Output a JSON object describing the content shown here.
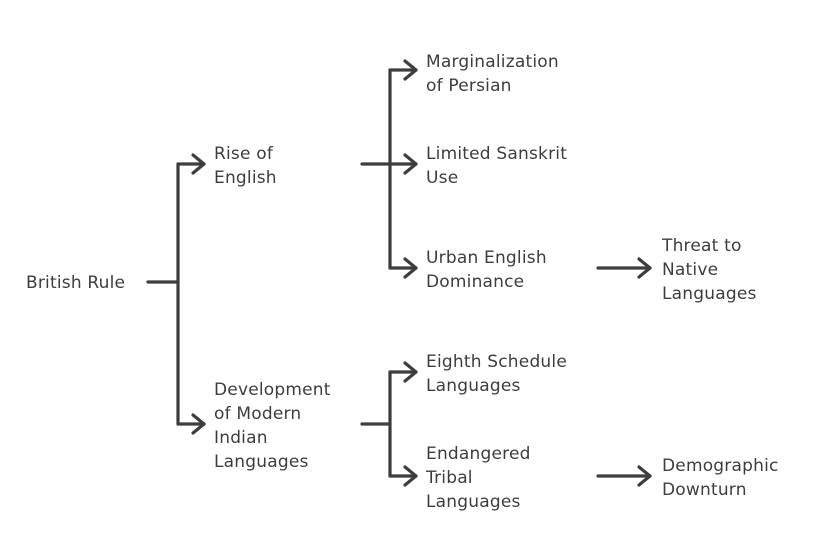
{
  "diagram": {
    "colors": {
      "ink": "#3d3d3d",
      "background": "#ffffff"
    },
    "root": {
      "id": "root",
      "label": "British Rule"
    },
    "nodes": [
      {
        "id": "rise",
        "label": "Rise of\nEnglish"
      },
      {
        "id": "persian",
        "label": "Marginalization\nof Persian"
      },
      {
        "id": "sanskrit",
        "label": "Limited Sanskrit\nUse"
      },
      {
        "id": "urban",
        "label": "Urban English\nDominance"
      },
      {
        "id": "threat",
        "label": "Threat to\nNative\nLanguages"
      },
      {
        "id": "modern",
        "label": "Development\nof Modern\nIndian\nLanguages"
      },
      {
        "id": "eighth",
        "label": "Eighth Schedule\nLanguages"
      },
      {
        "id": "tribal",
        "label": "Endangered\nTribal\nLanguages"
      },
      {
        "id": "demographic",
        "label": "Demographic\nDownturn"
      }
    ],
    "edges": [
      {
        "from": "root",
        "to": "rise"
      },
      {
        "from": "root",
        "to": "modern"
      },
      {
        "from": "rise",
        "to": "persian"
      },
      {
        "from": "rise",
        "to": "sanskrit"
      },
      {
        "from": "rise",
        "to": "urban"
      },
      {
        "from": "urban",
        "to": "threat"
      },
      {
        "from": "modern",
        "to": "eighth"
      },
      {
        "from": "modern",
        "to": "tribal"
      },
      {
        "from": "tribal",
        "to": "demographic"
      }
    ]
  }
}
